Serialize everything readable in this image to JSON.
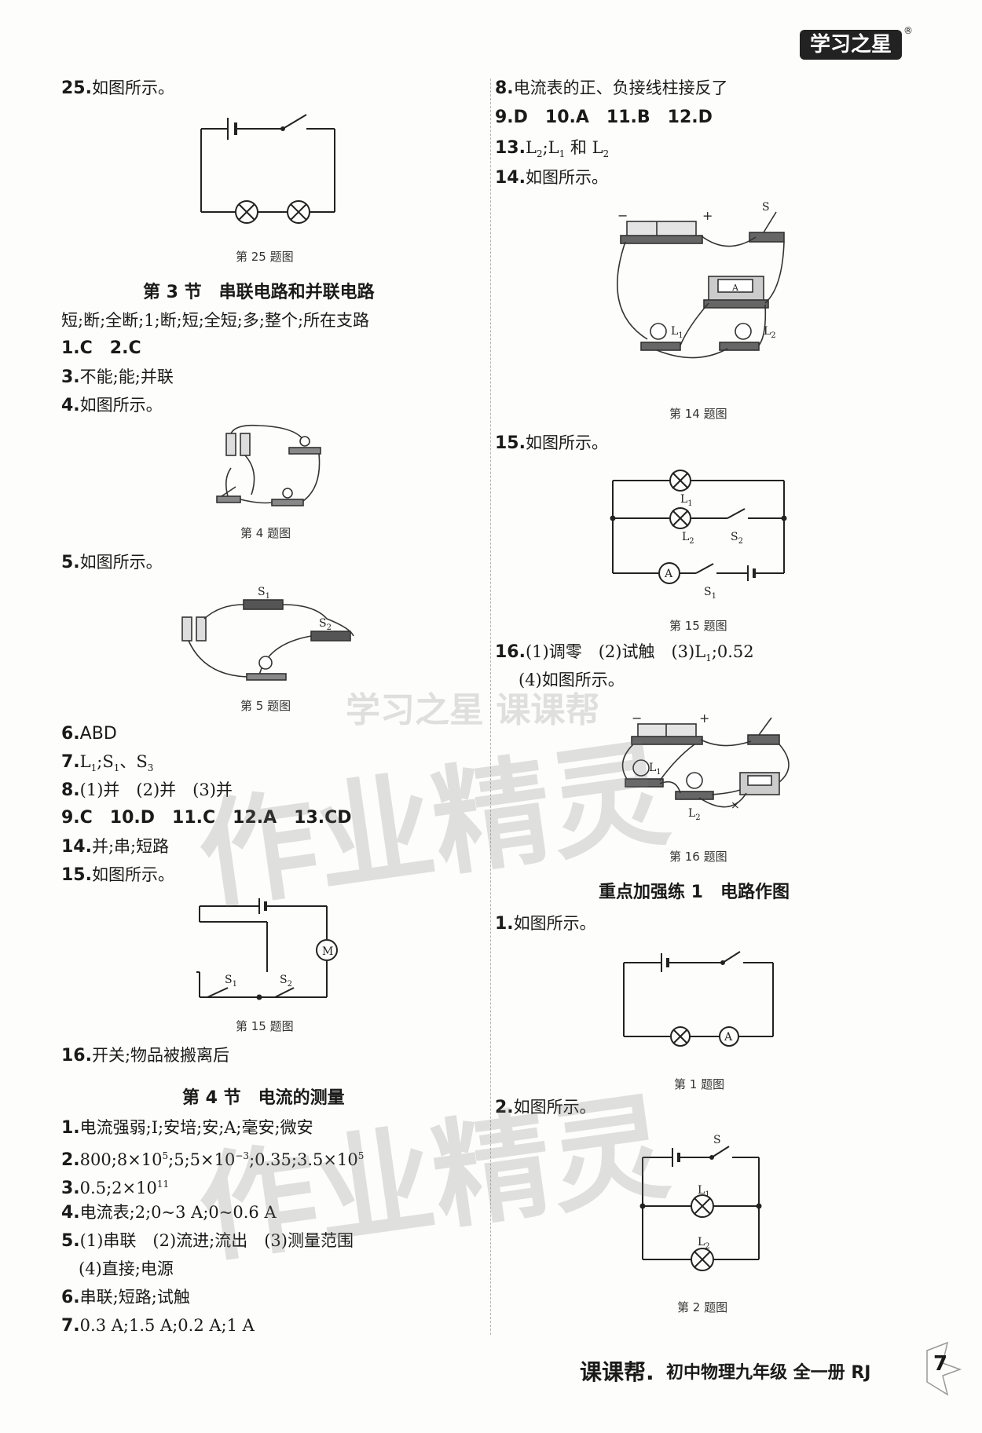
{
  "header": {
    "logo_text": "学习之星",
    "registered_mark": "®"
  },
  "left": {
    "q25": {
      "num": "25.",
      "text": "如图所示。"
    },
    "cap25": "第 25 题图",
    "sec3": "第 3 节　串联电路和并联电路",
    "sec3_intro": "短;断;全断;1;断;短;全短;多;整个;所在支路",
    "a1": "1.C　2.C",
    "a3_num": "3.",
    "a3": "不能;能;并联",
    "a4_num": "4.",
    "a4": "如图所示。",
    "cap4": "第 4 题图",
    "a5_num": "5.",
    "a5": "如图所示。",
    "cap5": "第 5 题图",
    "a6_num": "6.",
    "a6": "ABD",
    "a7_num": "7.",
    "a8_num": "8.",
    "a8": "(1)并　(2)并　(3)并",
    "a9": "9.C　10.D　11.C　12.A　13.CD",
    "a14_num": "14.",
    "a14": "并;串;短路",
    "a15_num": "15.",
    "a15": "如图所示。",
    "cap15": "第 15 题图",
    "a16_num": "16.",
    "a16": "开关;物品被搬离后",
    "sec4": "第 4 节　电流的测量",
    "b1_num": "1.",
    "b1": "电流强弱;I;安培;安;A;毫安;微安",
    "b2_num": "2.",
    "b2a": "800;8×10",
    "b2b": "5",
    "b2c": ";5;5×10",
    "b2d": "−3",
    "b2e": ";0.35;3.5×10",
    "b2f": "5",
    "b3_num": "3.",
    "b3a": "0.5;2×10",
    "b3b": "11",
    "b4_num": "4.",
    "b4": "电流表;2;0~3 A;0~0.6 A",
    "b5_num": "5.",
    "b5": "(1)串联　(2)流进;流出　(3)测量范围",
    "b5b": "(4)直接;电源",
    "b6_num": "6.",
    "b6": "串联;短路;试触",
    "b7_num": "7.",
    "b7": "0.3 A;1.5 A;0.2 A;1 A"
  },
  "right": {
    "r8_num": "8.",
    "r8": "电流表的正、负接线柱接反了",
    "r9": "9.D　10.A　11.B　12.D",
    "r13_num": "13.",
    "r14_num": "14.",
    "r14": "如图所示。",
    "cap14": "第 14 题图",
    "r15_num": "15.",
    "r15": "如图所示。",
    "cap15": "第 15 题图",
    "r16_num": "16.",
    "r16": "(1)调零　(2)试触　(3)L",
    "r16_end": ";0.52",
    "r16b": "(4)如图所示。",
    "cap16": "第 16 题图",
    "sec_key": "重点加强练 1　电路作图",
    "k1_num": "1.",
    "k1": "如图所示。",
    "capk1": "第 1 题图",
    "k2_num": "2.",
    "k2": "如图所示。",
    "capk2": "第 2 题图"
  },
  "footer": {
    "brand": "课课帮.",
    "title": "初中物理九年级 全一册 RJ",
    "page": "7"
  },
  "watermark": {
    "big": "作业精灵",
    "small": "学习之星 课课帮"
  }
}
